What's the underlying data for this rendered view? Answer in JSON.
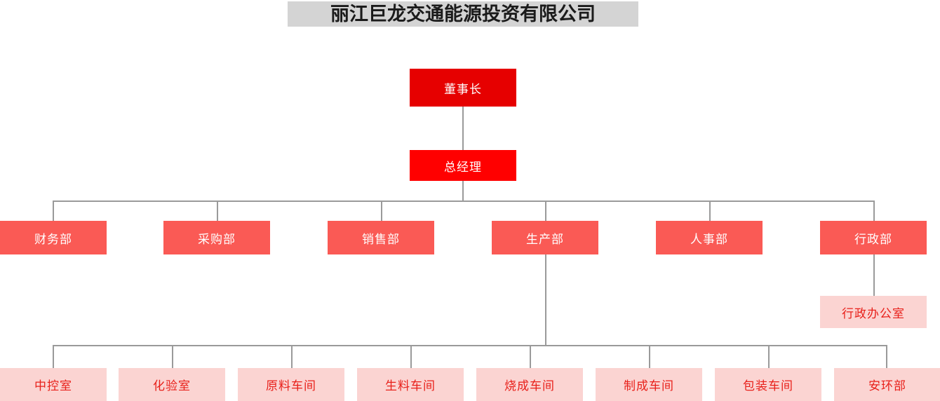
{
  "title": "丽江巨龙交通能源投资有限公司",
  "colors": {
    "chairman_bg": "#e60000",
    "gm_bg": "#ff0000",
    "dept_bg": "#fa5a55",
    "sub_bg": "#fbd4d2",
    "sub_text": "#e8201a",
    "node_text": "#ffffff",
    "connector": "#9a9a9a",
    "title_bg": "#d4d4d4",
    "title_text": "#1b1b1b",
    "page_bg": "#ffffff"
  },
  "chart_data": {
    "type": "diagram",
    "title": "丽江巨龙交通能源投资有限公司",
    "diagram_type": "organizational-chart",
    "orientation": "top-down",
    "levels": 4,
    "nodes": [
      {
        "id": "chairman",
        "label": "董事长",
        "level": 1,
        "parent": null
      },
      {
        "id": "gm",
        "label": "总经理",
        "level": 2,
        "parent": "chairman"
      },
      {
        "id": "finance",
        "label": "财务部",
        "level": 3,
        "parent": "gm"
      },
      {
        "id": "procurement",
        "label": "采购部",
        "level": 3,
        "parent": "gm"
      },
      {
        "id": "sales",
        "label": "销售部",
        "level": 3,
        "parent": "gm"
      },
      {
        "id": "production",
        "label": "生产部",
        "level": 3,
        "parent": "gm"
      },
      {
        "id": "hr",
        "label": "人事部",
        "level": 3,
        "parent": "gm"
      },
      {
        "id": "admin",
        "label": "行政部",
        "level": 3,
        "parent": "gm"
      },
      {
        "id": "admin-office",
        "label": "行政办公室",
        "level": 4,
        "parent": "admin"
      },
      {
        "id": "central-control",
        "label": "中控室",
        "level": 4,
        "parent": "production"
      },
      {
        "id": "lab",
        "label": "化验室",
        "level": 4,
        "parent": "production"
      },
      {
        "id": "raw-material",
        "label": "原料车间",
        "level": 4,
        "parent": "production"
      },
      {
        "id": "raw-meal",
        "label": "生料车间",
        "level": 4,
        "parent": "production"
      },
      {
        "id": "burning",
        "label": "烧成车间",
        "level": 4,
        "parent": "production"
      },
      {
        "id": "finishing",
        "label": "制成车间",
        "level": 4,
        "parent": "production"
      },
      {
        "id": "packaging",
        "label": "包装车间",
        "level": 4,
        "parent": "production"
      },
      {
        "id": "safety-env",
        "label": "安环部",
        "level": 4,
        "parent": "production"
      }
    ]
  },
  "nodes": {
    "chairman": "董事长",
    "gm": "总经理",
    "departments": [
      "财务部",
      "采购部",
      "销售部",
      "生产部",
      "人事部",
      "行政部"
    ],
    "admin_office": "行政办公室",
    "workshops": [
      "中控室",
      "化验室",
      "原料车间",
      "生料车间",
      "烧成车间",
      "制成车间",
      "包装车间",
      "安环部"
    ]
  }
}
